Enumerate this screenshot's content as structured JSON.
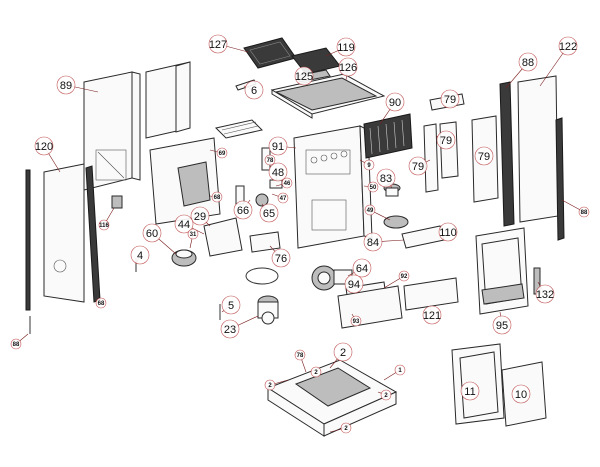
{
  "callouts": [
    {
      "key": "c127",
      "text": "127"
    },
    {
      "key": "c119",
      "text": "119"
    },
    {
      "key": "c125",
      "text": "125"
    },
    {
      "key": "c126",
      "text": "126"
    },
    {
      "key": "c6",
      "text": "6"
    },
    {
      "key": "c89",
      "text": "89"
    },
    {
      "key": "c90",
      "text": "90"
    },
    {
      "key": "c79a",
      "text": "79"
    },
    {
      "key": "c79b",
      "text": "79"
    },
    {
      "key": "c79c",
      "text": "79"
    },
    {
      "key": "c79d",
      "text": "79"
    },
    {
      "key": "c88a",
      "text": "88"
    },
    {
      "key": "c122",
      "text": "122"
    },
    {
      "key": "c120",
      "text": "120"
    },
    {
      "key": "c91",
      "text": "91"
    },
    {
      "key": "c78a",
      "text": "78"
    },
    {
      "key": "c48",
      "text": "48"
    },
    {
      "key": "c69",
      "text": "69"
    },
    {
      "key": "c68a",
      "text": "68"
    },
    {
      "key": "c47",
      "text": "47"
    },
    {
      "key": "c46",
      "text": "46"
    },
    {
      "key": "c66",
      "text": "66"
    },
    {
      "key": "c65",
      "text": "65"
    },
    {
      "key": "c9",
      "text": "9"
    },
    {
      "key": "c50",
      "text": "50"
    },
    {
      "key": "c49",
      "text": "49"
    },
    {
      "key": "c83",
      "text": "83"
    },
    {
      "key": "c84",
      "text": "84"
    },
    {
      "key": "c110",
      "text": "110"
    },
    {
      "key": "c88b",
      "text": "88"
    },
    {
      "key": "c116",
      "text": "116"
    },
    {
      "key": "c29",
      "text": "29"
    },
    {
      "key": "c44",
      "text": "44"
    },
    {
      "key": "c60",
      "text": "60"
    },
    {
      "key": "c31",
      "text": "31"
    },
    {
      "key": "c76",
      "text": "76"
    },
    {
      "key": "c4",
      "text": "4"
    },
    {
      "key": "c64",
      "text": "64"
    },
    {
      "key": "c94",
      "text": "94"
    },
    {
      "key": "c92",
      "text": "92"
    },
    {
      "key": "c93",
      "text": "93"
    },
    {
      "key": "c121",
      "text": "121"
    },
    {
      "key": "c132",
      "text": "132"
    },
    {
      "key": "c95",
      "text": "95"
    },
    {
      "key": "c68b",
      "text": "68"
    },
    {
      "key": "c88c",
      "text": "88"
    },
    {
      "key": "c5",
      "text": "5"
    },
    {
      "key": "c23",
      "text": "23"
    },
    {
      "key": "c78b",
      "text": "78"
    },
    {
      "key": "c2a",
      "text": "2"
    },
    {
      "key": "c2b",
      "text": "2"
    },
    {
      "key": "c2c",
      "text": "2"
    },
    {
      "key": "c2d",
      "text": "2"
    },
    {
      "key": "c2e",
      "text": "2"
    },
    {
      "key": "c1",
      "text": "1"
    },
    {
      "key": "c11",
      "text": "11"
    },
    {
      "key": "c10",
      "text": "10"
    }
  ]
}
